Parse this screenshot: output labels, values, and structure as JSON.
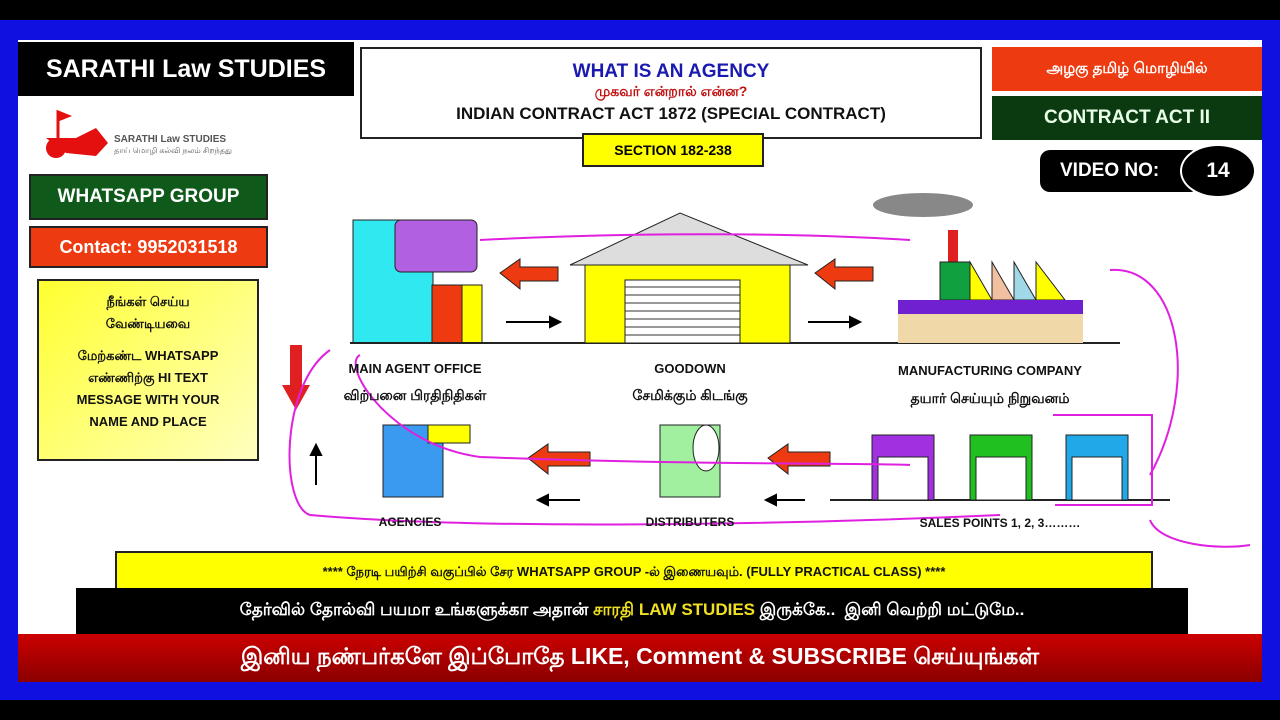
{
  "brand": {
    "title": "SARATHI Law STUDIES",
    "logo_text": "SARATHI Law STUDIES",
    "logo_tagline": "தாய் மொழி கல்வி நலம் சிறந்தது"
  },
  "whatsapp": {
    "label": "WHATSAPP GROUP",
    "contact": "Contact: 9952031518"
  },
  "todo": {
    "heading_line1": "நீங்கள் செய்ய",
    "heading_line2": "வேண்டியவை",
    "line1": "மேற்கண்ட WHATSAPP",
    "line2": "எண்ணிற்கு HI TEXT",
    "line3": "MESSAGE  WITH YOUR",
    "line4": "NAME AND PLACE"
  },
  "header": {
    "title": "WHAT IS AN AGENCY",
    "tamil_title": "முகவர் என்றால் என்ன?",
    "subtitle": "INDIAN CONTRACT ACT 1872 (SPECIAL CONTRACT)",
    "section": "SECTION 182-238"
  },
  "right": {
    "tamil_tag": "அழகு தமிழ் மொழியில்",
    "course": "CONTRACT ACT II",
    "video_label": "VIDEO NO:",
    "video_number": "14"
  },
  "diagram": {
    "main_agent_office": "MAIN AGENT OFFICE",
    "main_agent_office_ta": "விற்பனை பிரதிநிதிகள்",
    "goodown": "GOODOWN",
    "goodown_ta": "சேமிக்கும் கிடங்கு",
    "manufacturing": "MANUFACTURING COMPANY",
    "manufacturing_ta": "தயார் செய்யும் நிறுவனம்",
    "agencies": "AGENCIES",
    "distributers": "DISTRIBUTERS",
    "sales_points": "SALES POINTS 1, 2, 3………"
  },
  "banners": {
    "yellow": "**** நேரடி பயிற்சி வகுப்பில் சேர WHATSAPP GROUP -ல் இணையவும். (FULLY PRACTICAL CLASS) ****",
    "black_part1": "தேர்வில் தோல்வி பயமா உங்களுக்கா அதான் ",
    "black_highlight": "சாரதி LAW STUDIES",
    "black_part2": " இருக்கே..  இனி வெற்றி மட்டுமே..",
    "red": "இனிய நண்பர்களே இப்போதே LIKE, Comment & SUBSCRIBE  செய்யுங்கள்"
  },
  "colors": {
    "frame": "#1010e0",
    "red": "#ee3a10",
    "green": "#0f5a1a",
    "yellow": "#ffff00",
    "annotation": "#e020e0"
  }
}
